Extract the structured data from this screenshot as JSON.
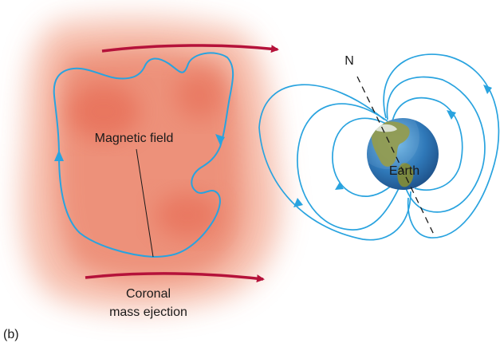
{
  "labels": {
    "magnetic_field": "Magnetic field",
    "coronal_line1": "Coronal",
    "coronal_line2": "mass ejection",
    "north": "N",
    "earth": "Earth",
    "panel": "(b)"
  },
  "colors": {
    "field_line": "#29a3df",
    "arrow": "#b5123a",
    "cloud": "#e8684f",
    "ocean": "#2f78b8",
    "land": "#7f8a3a"
  }
}
